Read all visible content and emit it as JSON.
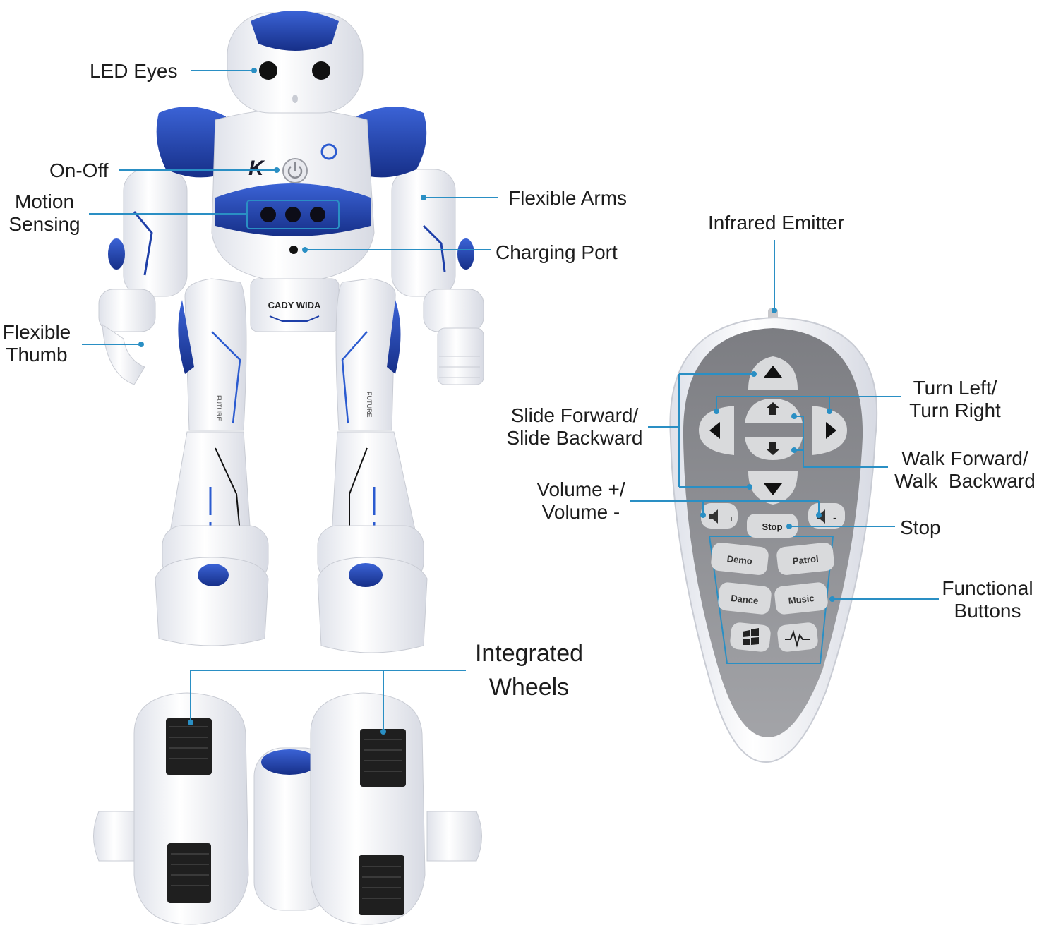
{
  "colors": {
    "robot_blue": "#1e3fa8",
    "robot_white": "#f4f5f8",
    "callout_line": "#2a8fc4",
    "remote_gray": "#8a8b8f",
    "button_gray": "#d9dadc",
    "wheel_black": "#1f1f1f"
  },
  "robot": {
    "chest_logo": "K",
    "brand": "CADY WIDA",
    "leg_text": "FUTURE"
  },
  "callouts": {
    "led_eyes": "LED Eyes",
    "on_off": "On-Off",
    "motion_sensing": [
      "Motion",
      "Sensing"
    ],
    "flexible_arms": "Flexible Arms",
    "charging_port": "Charging Port",
    "flexible_thumb": [
      "Flexible",
      "Thumb"
    ],
    "integrated_wheels": [
      "Integrated",
      "Wheels"
    ],
    "infrared_emitter": "Infrared Emitter",
    "turn": [
      "Turn Left/",
      "Turn Right"
    ],
    "slide": [
      "Slide Forward/",
      "Slide Backward"
    ],
    "walk": [
      "Walk Forward/",
      "Walk  Backward"
    ],
    "volume": [
      "Volume +/",
      "Volume -"
    ],
    "stop": "Stop",
    "functional": [
      "Functional",
      "Buttons"
    ]
  },
  "remote": {
    "buttons": {
      "stop": "Stop",
      "demo": "Demo",
      "patrol": "Patrol",
      "dance": "Dance",
      "music": "Music",
      "vol_plus": "+",
      "vol_minus": "-"
    },
    "icons": [
      "up-arrow-icon",
      "down-arrow-icon",
      "left-arrow-icon",
      "right-arrow-icon",
      "walk-forward-icon",
      "walk-backward-icon",
      "volume-icon",
      "gesture-icon",
      "wave-icon"
    ]
  }
}
